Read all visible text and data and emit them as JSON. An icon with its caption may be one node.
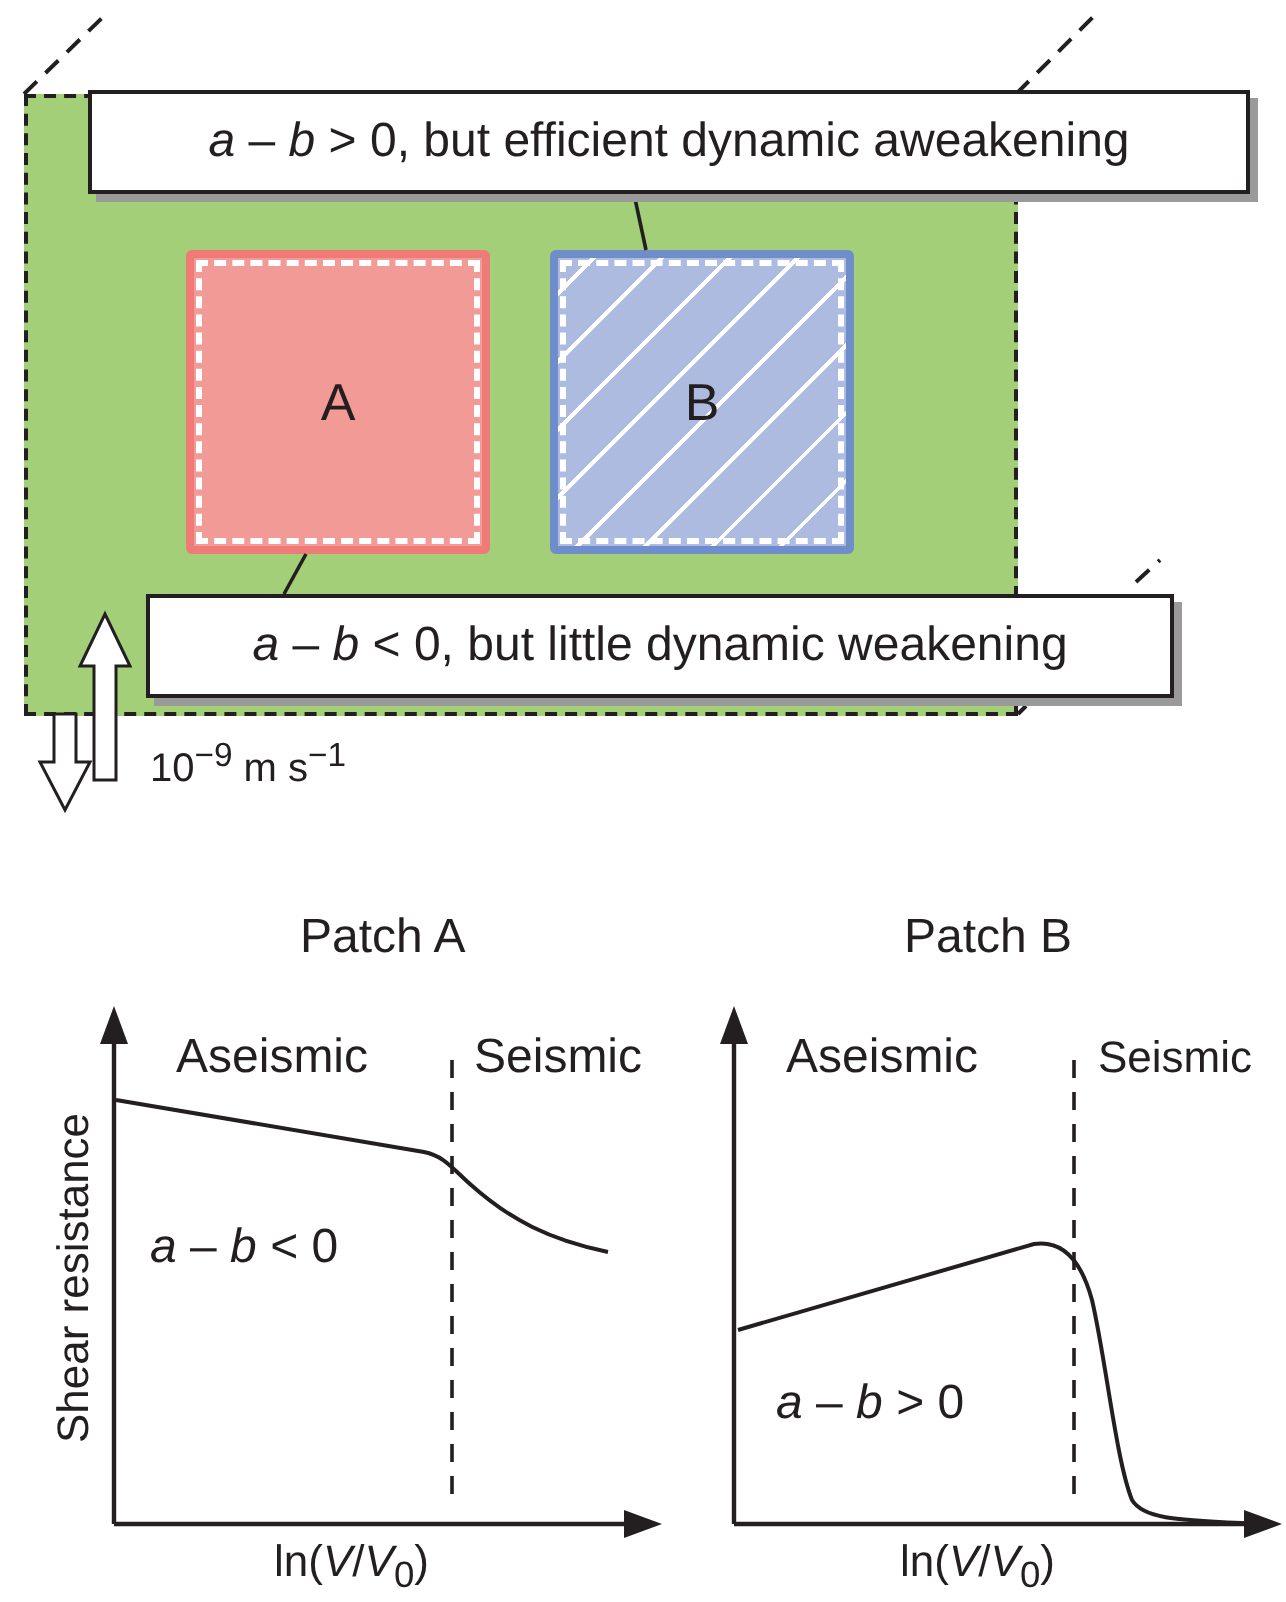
{
  "diagram": {
    "nodes": [
      {
        "text": [],
        "shape": "box"
      },
      {
        "text": [
          "*a* – *b* > 0, but efficient dynamic aweakening"
        ]
      },
      {
        "text": [
          "A"
        ],
        "in": 0
      },
      {
        "text": [
          "B"
        ],
        "in": 0
      },
      {
        "text": [
          "*a* – *b* < 0, but little dynamic weakening"
        ]
      }
    ],
    "edges": [
      {
        "from": 1,
        "to": 3,
        "arrow": "none"
      },
      {
        "from": 4,
        "to": 2,
        "arrow": "none"
      }
    ],
    "labels": [
      "10$^{−9}$ m s$^{−1}$",
      "Patch A",
      "Aseismic",
      "Seismic",
      "*a* – *b* < 0",
      "Shear resistance",
      "ln(*V*/*V*$_{0}$)",
      "Patch B",
      "Aseismic",
      "Seismic",
      "*a* – *b* > 0",
      "ln(*V*/*V*$_{0}$)"
    ]
  }
}
